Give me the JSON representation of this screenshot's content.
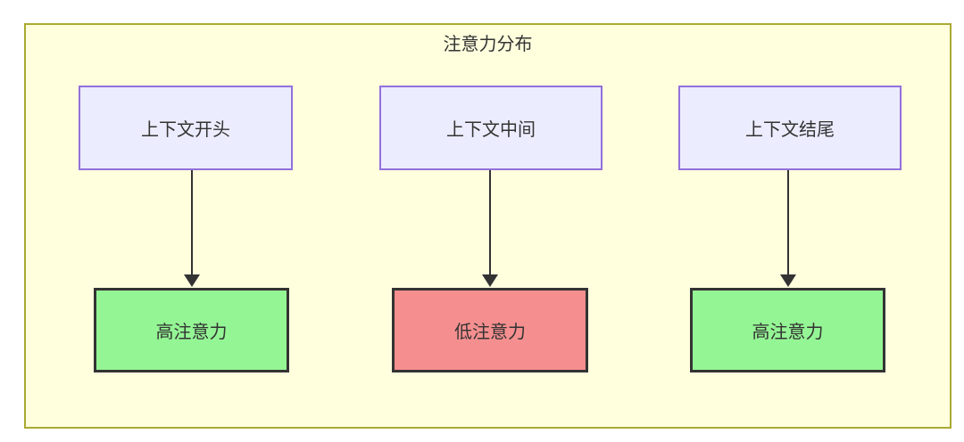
{
  "diagram": {
    "title": "注意力分布",
    "columns": [
      {
        "source": "上下文开头",
        "target": "高注意力",
        "attention": "high"
      },
      {
        "source": "上下文中间",
        "target": "低注意力",
        "attention": "low"
      },
      {
        "source": "上下文结尾",
        "target": "高注意力",
        "attention": "high"
      }
    ],
    "colors": {
      "canvas_bg": "#FFFFFF",
      "container_bg": "#FFFFDE",
      "container_border": "#AAAA33",
      "source_node_bg": "#ECECFF",
      "source_node_border": "#9370DB",
      "high_attention_bg": "#94F594",
      "low_attention_bg": "#F58F8F",
      "result_node_border": "#333333",
      "arrow_color": "#333333",
      "text_color": "#333333"
    }
  }
}
